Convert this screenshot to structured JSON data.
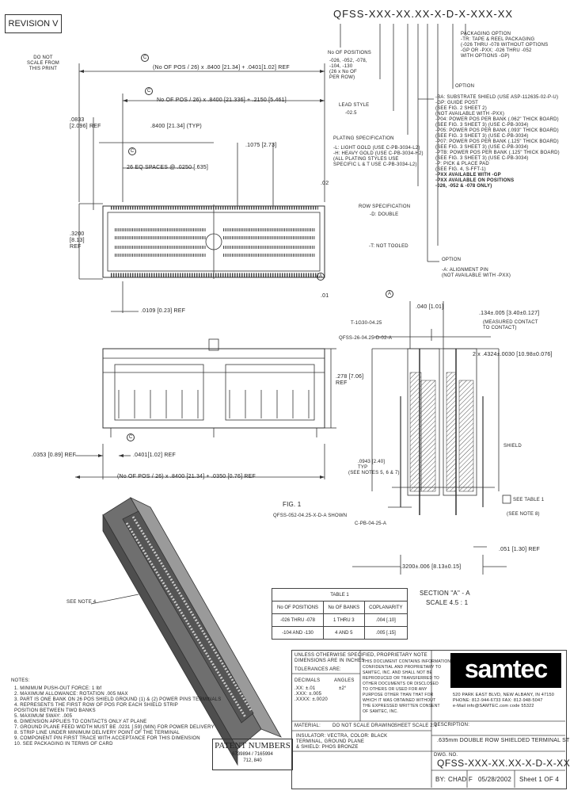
{
  "revision": "REVISION V",
  "part_number_template": "QFSS-XXX-XX.XX-X-D-X-XXX-XX",
  "do_not_scale": [
    "DO NOT",
    "SCALE FROM",
    "THIS PRINT"
  ],
  "dims_top": {
    "a": "(No OF POS / 26) x .8400 [21.34] + .0401[1.02] REF",
    "b": "No OF POS / 26) x .8400 [21.336] + .2150 [5.461]",
    "c": ".0833 [2.096] REF",
    "d": ".8400 [21.34] (TYP)",
    "e": "26 EQ SPACES @ .0250 [.635]",
    "f": ".1075 [2.73]",
    "g": ".3200 [8.13] REF",
    "h": ".0109 [0.23] REF",
    "i": ".02",
    "j": ".01"
  },
  "dims_front": {
    "a": ".278 [7.06] REF",
    "b": ".0353 [0.89] REF",
    "c": ".0401[1.02] REF",
    "d": "(No OF POS / 26) x .8400 [21.34] + .0350 [0.76] REF"
  },
  "callouts": {
    "packaging": [
      "PACKAGING OPTION",
      "-TR: TAPE & REEL PACKAGING",
      "(-026 THRU -078 WITHOUT OPTIONS",
      "-GP OR -PXX; -026 THRU -052",
      "WITH OPTIONS -GP)"
    ],
    "option_hdr": "OPTION",
    "option_list": [
      "-BA: SUBSTRATE SHIELD (USE ASP-112635-02-P-U)",
      "-GP: GUIDE POST",
      "(SEE FIG. 2 SHEET 2)",
      "(NOT AVAILABLE WITH -PXX)",
      "-P04: POWER POS PER BANK (.062\" THICK BOARD)",
      "(SEE FIG. 3 SHEET 3) (USE C-PB-3034)",
      "-P05: POWER POS PER BANK (.093\" THICK BOARD)",
      "(SEE FIG. 3 SHEET 3) (USE C-PB-3034)",
      "-P07: POWER POS PER BANK (.125\" THICK BOARD)",
      "(SEE FIG. 3 SHEET 3) (USE C-PB-3034)",
      "-PTB: POWER POS PER BANK (.125\" THICK BOARD)",
      "(SEE FIG. 3 SHEET 3) (USE C-PB-3034)",
      "-P: PICK & PLACE PAD",
      "(SEE FIG. 4, S-FFT-1)"
    ],
    "pxx1": "-PXX AVAILABLE WITH -GP",
    "pxx2": "-PXX AVAILABLE ON POSITIONS",
    "pxx3": "-026, -052 & -078 ONLY)",
    "option2_hdr": "OPTION",
    "option2_list": [
      "-A: ALIGNMENT PIN",
      "(NOT AVAILABLE WITH -PXX)"
    ],
    "positions_hdr": "No OF POSITIONS",
    "positions": [
      "-026, -052, -078,",
      "-104, -130",
      "(26 x No OF",
      "PER ROW)"
    ],
    "lead_style_hdr": "LEAD STYLE",
    "lead_style": "-02.5",
    "plating_hdr": "PLATING SPECIFICATION",
    "plating": [
      "-L: LIGHT GOLD (USE C-PB-3034-L2)",
      "-H: HEAVY GOLD (USE C-PB-3034-H2)",
      "(ALL PLATING STYLES USE",
      "SPECIFIC L & T USE C-PB-3034-L2)"
    ],
    "row_hdr": "ROW SPECIFICATION",
    "row": "-D: DOUBLE",
    "not_tooled": "-T: NOT TOOLED"
  },
  "section": {
    "a": ".040 [1.01]",
    "b": "QFSS-26-04.25-D-02-A",
    "c": "T-1G30-04.25",
    "d": ".134±.005 [3.40±0.127]",
    "e": "(MEASURED CONTACT",
    "e2": "TO CONTACT)",
    "f": "2 x .4324±.0030 [10.98±0.076]",
    "g": "SHIELD",
    "h": ".0943 [2.40]",
    "h2": "TYP",
    "h3": "(SEE NOTES 5, 6 & 7)",
    "i": "SEE TABLE 1",
    "j": "(SEE NOTE 8)",
    "k": "C-PB-04-25-A",
    "l": ".051 [1.30] REF",
    "m": ".3200±.006 [8.13±0.15]",
    "title": "SECTION \"A\" - A",
    "scale": "SCALE 4.5 : 1",
    "label_a": "A"
  },
  "fig1": {
    "title": "FIG. 1",
    "sub": "QFSS-052-04.25-X-D-A SHOWN",
    "see_note": "SEE NOTE 4"
  },
  "table1": {
    "title": "TABLE 1",
    "headers": [
      "No OF POSITIONS",
      "No OF BANKS",
      "COPLANARITY"
    ],
    "rows": [
      [
        "-026 THRU -078",
        "1 THRU 3",
        ".004 [.10]"
      ],
      [
        "-104 AND -130",
        "4 AND 5",
        ".005 [.15]"
      ]
    ]
  },
  "notes_hdr": "NOTES:",
  "notes": [
    "1.  MINIMUM PUSH-OUT FORCE: 1 lbf",
    "2.  MAXIMUM ALLOWANCE: ROTATION .005 MAX",
    "3.  PART IS ONE BANK ON 26 POS SHIELD GROUND (1) & (2) POWER PINS TERMINALS",
    "4.  REPRESENTS THE FIRST ROW OF POS FOR EACH SHIELD STRIP",
    "    POSITION BETWEEN TWO BANKS",
    "5.  MAXIMUM SWAY: .005",
    "6.  DIMENSION APPLIES TO CONTACTS ONLY AT PLANE",
    "7.  GROUND PLANE FEED WIDTH MUST BE .0231 [.59] (MIN) FOR POWER DELIVERY",
    "8.  STRIP LINE UNDER MINIMUM DELIVERY POINT OF THE TERMINAL",
    "9.  COMPONENT PIN FIRST TRACE WITH ACCEPTANCE FOR THIS DIMENSION",
    "10. SEE PACKAGING IN TERMS OF CARD"
  ],
  "patent": {
    "title": "PATENT NUMBERS",
    "lines": [
      "6739894 / 7165994",
      "712, 840"
    ]
  },
  "title_block": {
    "tol_hdr": [
      "UNLESS OTHERWISE SPECIFIED,",
      "DIMENSIONS ARE IN INCHES"
    ],
    "tol_label": "TOLERANCES ARE:",
    "decimals": "DECIMALS",
    "angles": "ANGLES",
    "tol_values": [
      ".XX: ±.01",
      ".XXX: ±.005",
      ".XXXX: ±.0020"
    ],
    "angle_val": "±2°",
    "prop_hdr": "PROPRIETARY NOTE",
    "prop_lines": [
      "THIS DOCUMENT CONTAINS INFORMATION",
      "CONFIDENTIAL AND PROPRIETARY TO",
      "SAMTEC, INC. AND SHALL NOT BE",
      "REPRODUCED OR TRANSFERRED TO",
      "OTHER DOCUMENTS OR DISCLOSED",
      "TO OTHERS OR USED FOR ANY",
      "PURPOSE OTHER THAN THAT FOR",
      "WHICH IT WAS OBTAINED WITHOUT",
      "THE EXPRESSED WRITTEN CONSENT",
      "OF SAMTEC, INC."
    ],
    "logo": "samtec",
    "address": [
      "520 PARK EAST BLVD, NEW ALBANY, IN 47150",
      "PHONE: 812-944-6733   FAX: 812-948-5047",
      "e-Mail info@SAMTEC.com   code 55322"
    ],
    "material": "MATERIAL:",
    "material_lines": [
      "INSULATOR: VECTRA, COLOR: BLACK",
      "TERMINAL, GROUND PLANE",
      "& SHIELD: PHOS BRONZE"
    ],
    "dnsd": "DO NOT SCALE DRAWING",
    "sheet_scale": "SHEET SCALE 2:1",
    "desc_label": "DESCRIPTION:",
    "description": ".635mm DOUBLE ROW SHIELDED TERMINAL STRIP",
    "dwg_label": "DWG. NO.",
    "dwg_no": "QFSS-XXX-XX.XX-X-D-X-XXX-XX",
    "by": "BY:",
    "by_val": "CHAD F",
    "date": "05/28/2002",
    "sheet": "Sheet 1 OF 4"
  }
}
